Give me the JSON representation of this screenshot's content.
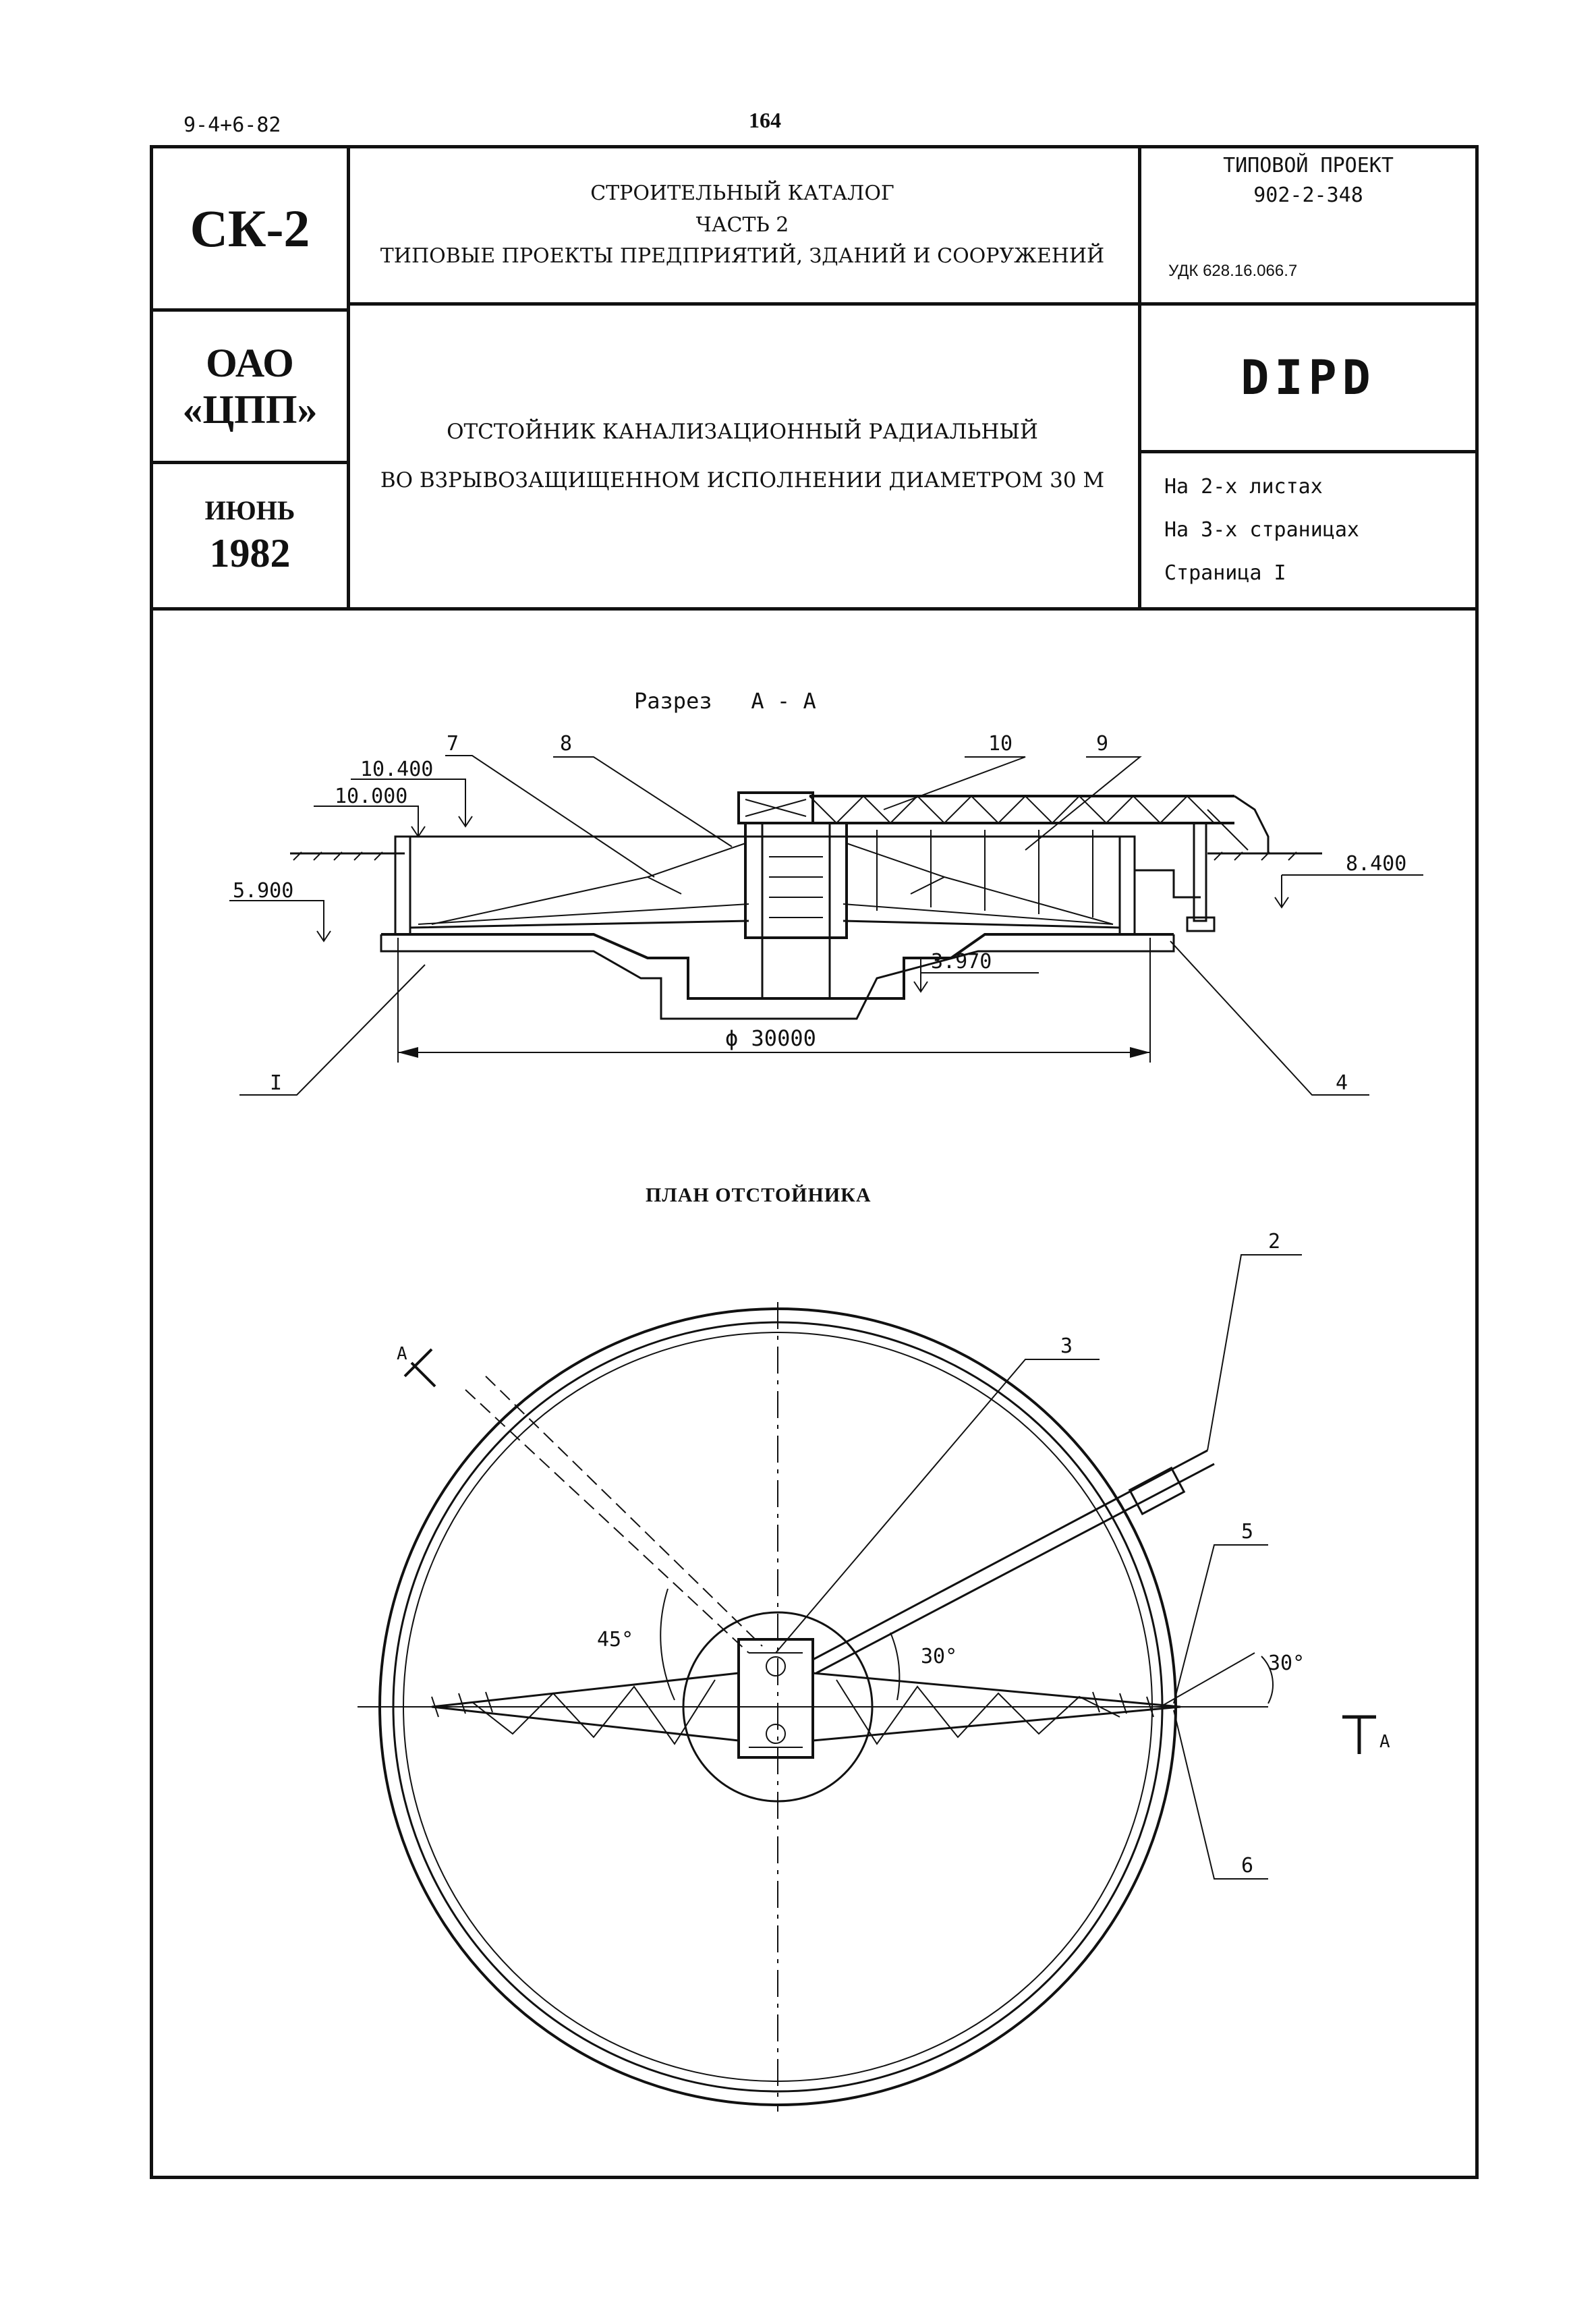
{
  "page": {
    "doc_code": "9-4+6-82",
    "page_number": "164"
  },
  "title_block": {
    "series_code": "СК-2",
    "publisher_line1": "ОАО",
    "publisher_line2": "«ЦПП»",
    "month": "ИЮНЬ",
    "year": "1982",
    "catalog_line1": "СТРОИТЕЛЬНЫЙ КАТАЛОГ",
    "catalog_line2": "ЧАСТЬ 2",
    "catalog_line3": "ТИПОВЫЕ ПРОЕКТЫ ПРЕДПРИЯТИЙ, ЗДАНИЙ И СООРУЖЕНИЙ",
    "project_label": "ТИПОВОЙ ПРОЕКТ",
    "project_number": "902-2-348",
    "udc": "УДК 628.16.066.7",
    "object_title_line1": "ОТСТОЙНИК КАНАЛИЗАЦИОННЫЙ РАДИАЛЬНЫЙ",
    "object_title_line2": "ВО ВЗРЫВОЗАЩИЩЕННОМ ИСПОЛНЕНИИ ДИАМЕТРОМ 30 М",
    "code_mark": "DIPD",
    "sheets": "На 2-х листах",
    "pages": "На 3-х страницах",
    "page_label": "Страница I"
  },
  "section_view": {
    "title": "Разрез   А - А",
    "elevations": [
      "10.400",
      "10.000",
      "5.900",
      "8.400",
      "3.970"
    ],
    "diameter": "ϕ 30000",
    "callouts": [
      "7",
      "8",
      "10",
      "9",
      "I",
      "4"
    ]
  },
  "plan_view": {
    "title": "ПЛАН ОТСТОЙНИКА",
    "callouts": [
      "3",
      "2",
      "5",
      "6"
    ],
    "angles": [
      "45°",
      "30°",
      "30°"
    ],
    "section_marks": [
      "А",
      "А"
    ]
  }
}
